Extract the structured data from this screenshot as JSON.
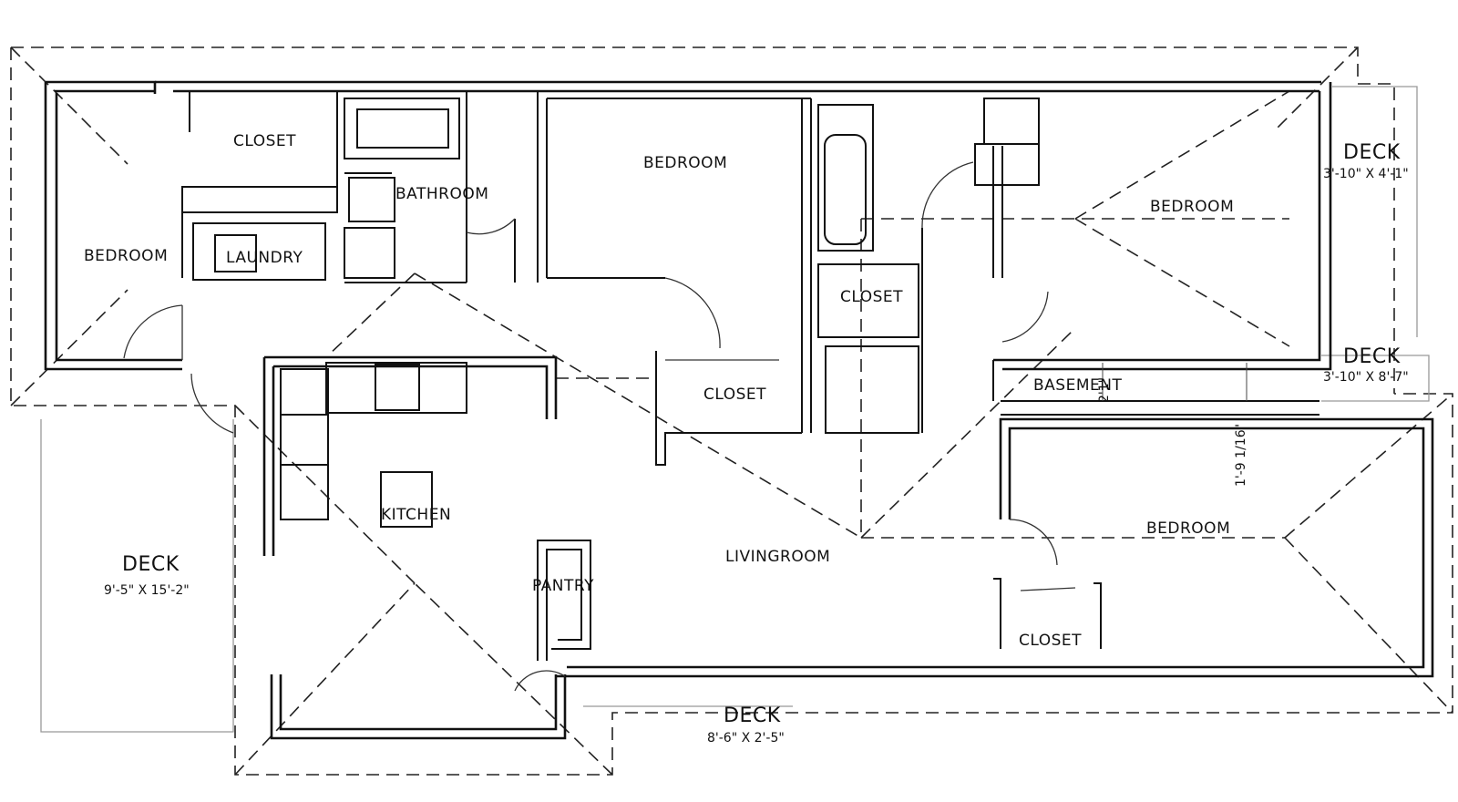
{
  "plan": {
    "rooms": {
      "bedroom_nw": "BEDROOM",
      "closet_nw": "CLOSET",
      "laundry": "LAUNDRY",
      "bathroom": "BATHROOM",
      "bedroom_n": "BEDROOM",
      "bedroom_ne": "BEDROOM",
      "closet_center": "CLOSET",
      "closet_hall": "CLOSET",
      "basement": "BASEMENT",
      "kitchen": "KITCHEN",
      "pantry": "PANTRY",
      "livingroom": "LIVINGROOM",
      "bedroom_se": "BEDROOM",
      "closet_se": "CLOSET"
    },
    "decks": {
      "west": {
        "label": "DECK",
        "dimensions": "9'-5\" X 15'-2\""
      },
      "south": {
        "label": "DECK",
        "dimensions": "8'-6\" X 2'-5\""
      },
      "ne": {
        "label": "DECK",
        "dimensions": "3'-10\" X 4'-1\""
      },
      "e": {
        "label": "DECK",
        "dimensions": "3'-10\" X 8'-7\""
      }
    },
    "dimensions": {
      "basement_height": "2'1\"",
      "east_gap": "1'-9 1/16\""
    }
  }
}
